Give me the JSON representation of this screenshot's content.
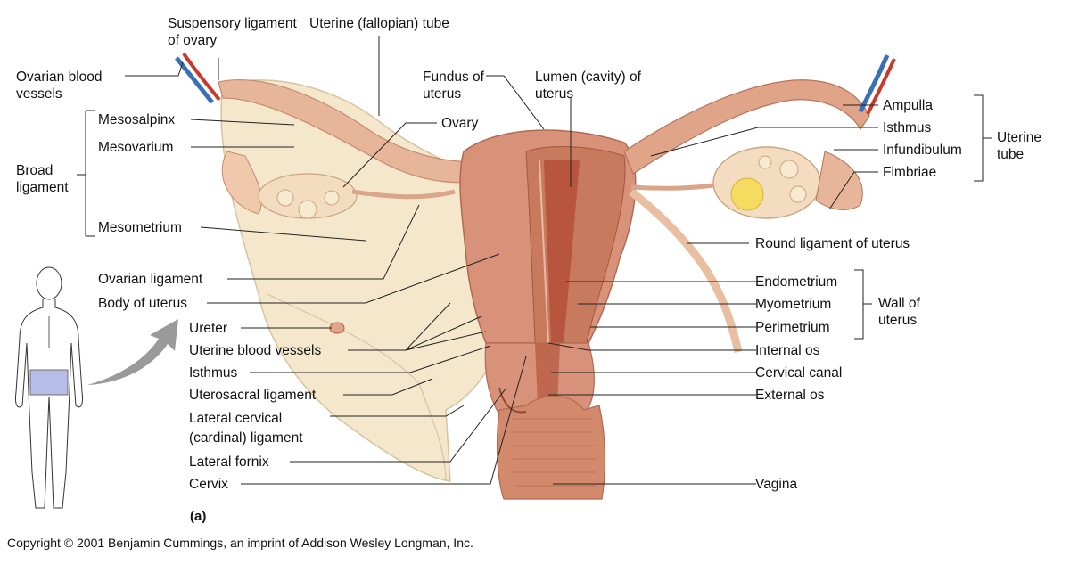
{
  "labels": {
    "ovarian_blood_vessels": "Ovarian blood vessels",
    "suspensory_ligament": "Suspensory ligament of ovary",
    "uterine_tube_top": "Uterine (fallopian) tube",
    "fundus": "Fundus of uterus",
    "lumen": "Lumen (cavity) of uterus",
    "broad_ligament": "Broad ligament",
    "mesosalpinx": "Mesosalpinx",
    "mesovarium": "Mesovarium",
    "mesometrium": "Mesometrium",
    "ovary": "Ovary",
    "ampulla": "Ampulla",
    "isthmus_tube": "Isthmus",
    "infundibulum": "Infundibulum",
    "fimbriae": "Fimbriae",
    "uterine_tube_group": "Uterine tube",
    "round_ligament": "Round ligament of uterus",
    "ovarian_ligament": "Ovarian ligament",
    "body_of_uterus": "Body of uterus",
    "ureter": "Ureter",
    "uterine_blood_vessels": "Uterine blood vessels",
    "isthmus_uterus": "Isthmus",
    "uterosacral_ligament": "Uterosacral ligament",
    "lateral_cervical_ligament": "Lateral cervical (cardinal) ligament",
    "lateral_fornix": "Lateral fornix",
    "cervix": "Cervix",
    "endometrium": "Endometrium",
    "myometrium": "Myometrium",
    "perimetrium": "Perimetrium",
    "wall_of_uterus": "Wall of uterus",
    "internal_os": "Internal os",
    "cervical_canal": "Cervical canal",
    "external_os": "External os",
    "vagina": "Vagina",
    "part_label": "(a)"
  },
  "copyright": "Copyright © 2001 Benjamin Cummings, an imprint of Addison Wesley Longman, Inc.",
  "colors": {
    "uterus_wall": "#d9927a",
    "uterus_muscle": "#c77a5e",
    "lumen": "#b8553f",
    "ligament": "#f4e7cc",
    "ligament_edge": "#d8c3a0",
    "tube": "#e0a488",
    "ovary": "#f3dcc0",
    "follicle": "#f5dc60",
    "vein": "#3b6fb5",
    "artery": "#c93a2d",
    "highlight": "#b6bde6",
    "arrow": "#9a9a9a"
  }
}
